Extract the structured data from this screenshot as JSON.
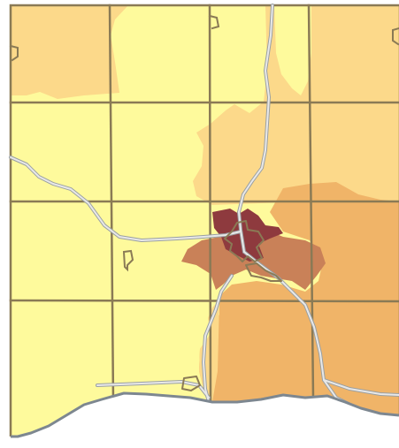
{
  "map": {
    "colors": {
      "background": "#ffffff",
      "class_1_lightest": "#fefa9c",
      "class_2": "#fcd98a",
      "class_3": "#f0b468",
      "class_4": "#c98158",
      "class_5_darkest": "#8e3a3e",
      "grid_line": "#8a7a55",
      "road_casing": "#9aa0a3",
      "road_fill": "#e8e8e8",
      "water_edge": "#7d8790"
    },
    "layers": [
      "shaded-tracts",
      "section-grid",
      "roads",
      "city-limits",
      "water-boundary"
    ]
  }
}
